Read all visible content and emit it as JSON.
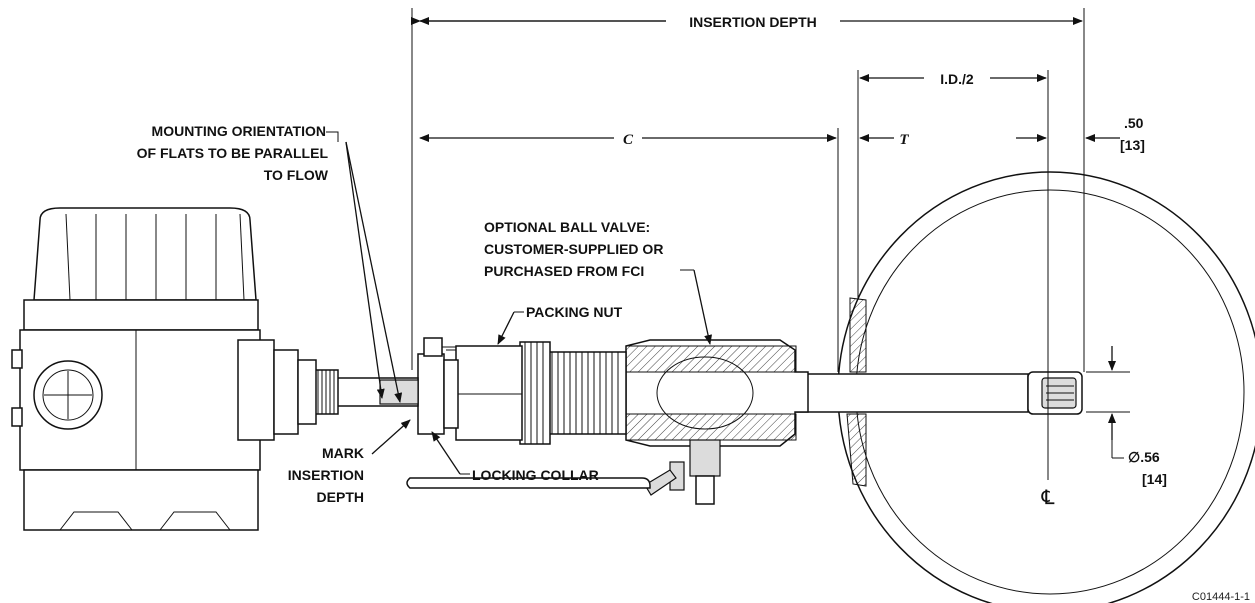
{
  "labels": {
    "insertion_depth": "INSERTION DEPTH",
    "id_half": "I.D./2",
    "dim_c": "C",
    "dim_t": "T",
    "offset_in": ".50",
    "offset_mm": "[13]",
    "mounting_1": "MOUNTING ORIENTATION",
    "mounting_2": "OF FLATS TO BE PARALLEL",
    "mounting_3": "TO FLOW",
    "valve_1": "OPTIONAL BALL VALVE:",
    "valve_2": "CUSTOMER-SUPPLIED OR",
    "valve_3": "PURCHASED FROM FCI",
    "packing_nut": "PACKING NUT",
    "locking_collar": "LOCKING COLLAR",
    "mark_1": "MARK",
    "mark_2": "INSERTION",
    "mark_3": "DEPTH",
    "diameter_in": "∅.56",
    "diameter_mm": "[14]",
    "centerline": "℄",
    "drawing_id": "C01444-1-1"
  }
}
